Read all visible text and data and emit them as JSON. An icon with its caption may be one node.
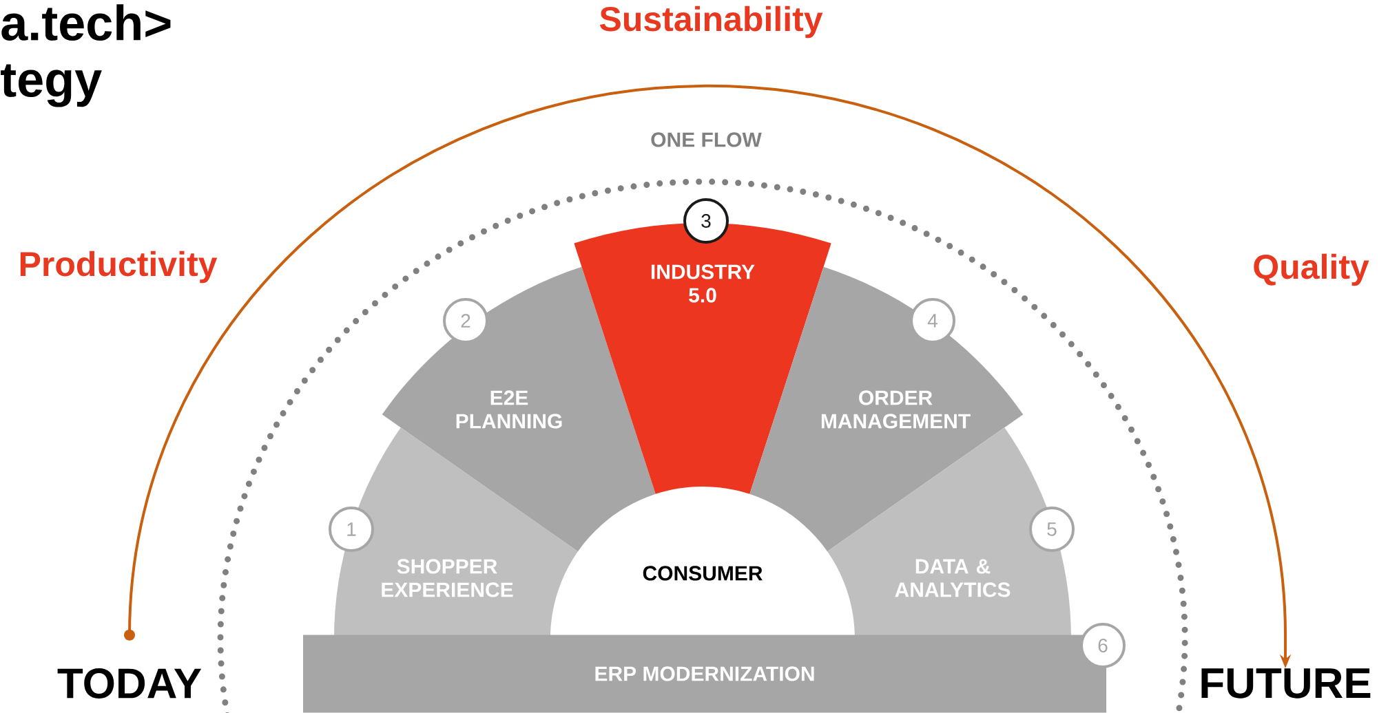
{
  "diagram": {
    "title": "a.tech> tegy",
    "nodes": [
      {
        "text": [
          "SHOPPER EXPERIENCE"
        ]
      },
      {
        "text": [
          "E2E PLANNING"
        ]
      },
      {
        "text": [
          "INDUSTRY 5.0"
        ]
      },
      {
        "text": [
          "ORDER MANAGEMENT"
        ]
      },
      {
        "text": [
          "DATA & ANALYTICS"
        ]
      },
      {
        "text": [
          "CONSUMER"
        ]
      },
      {
        "text": [
          "ERP MODERNIZATION"
        ]
      },
      {
        "text": [
          "1"
        ]
      },
      {
        "text": [
          "2"
        ]
      },
      {
        "text": [
          "3"
        ]
      },
      {
        "text": [
          "4"
        ]
      },
      {
        "text": [
          "5"
        ]
      },
      {
        "text": [
          "6"
        ]
      },
      {
        "text": [
          "TODAY"
        ]
      },
      {
        "text": [
          "FUTURE"
        ]
      }
    ],
    "edges": [
      {
        "from": 13,
        "to": 14,
        "arrow": "to"
      }
    ],
    "labels": [
      "Sustainability",
      "ONE FLOW",
      "Productivity",
      "Quality"
    ]
  }
}
